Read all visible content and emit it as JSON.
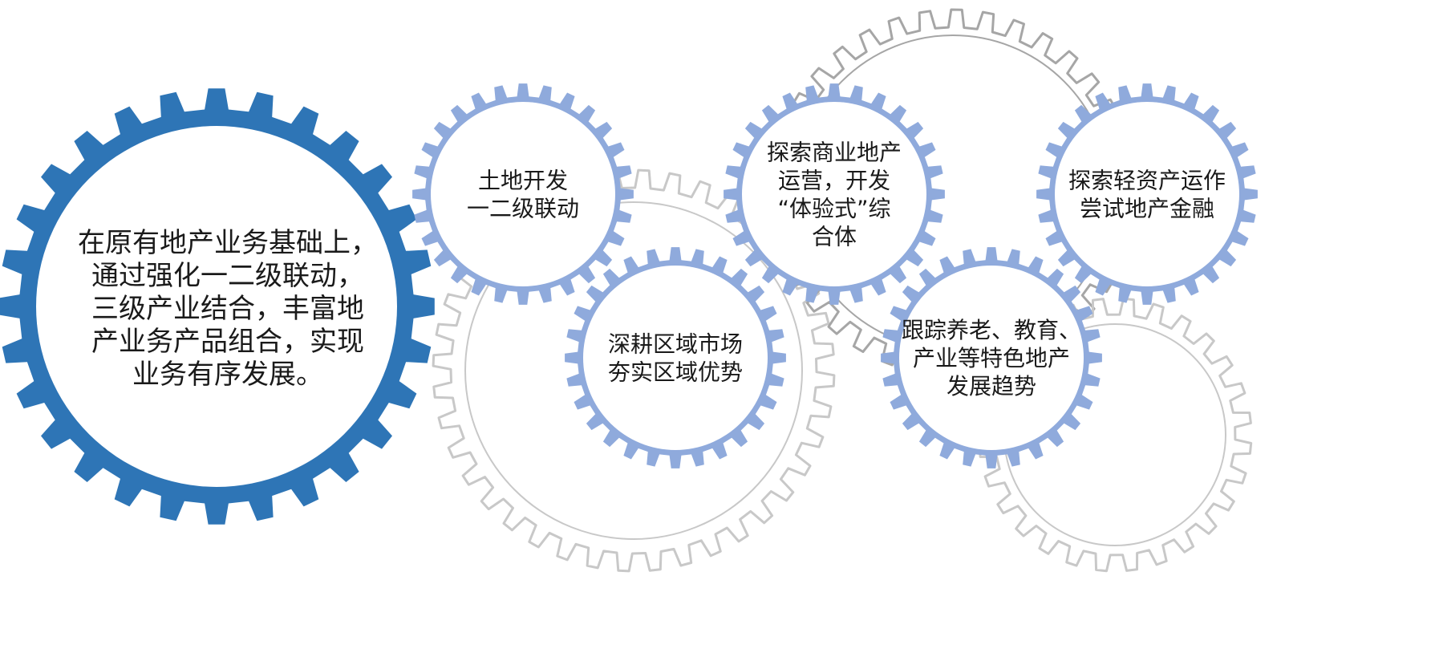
{
  "colors": {
    "main_gear": "#2e75b6",
    "secondary_gear": "#8faadc",
    "background_gear": "#c8c8c8",
    "background_gear_dark": "#a6a6a6",
    "text": "#1a1a1a"
  },
  "main_gear": {
    "lines": [
      "在原有地产业务基础上，",
      "通过强化一二级联动，",
      "三级产业结合，丰富地",
      "产业务产品组合，实现",
      "业务有序发展。"
    ]
  },
  "secondary_gears": [
    {
      "id": "land-development",
      "lines": [
        "土地开发",
        "一二级联动"
      ]
    },
    {
      "id": "regional-market",
      "lines": [
        "深耕区域市场",
        "夯实区域优势"
      ]
    },
    {
      "id": "commercial-complex",
      "lines": [
        "探索商业地产",
        "运营，开发",
        "“体验式”综",
        "合体"
      ]
    },
    {
      "id": "light-asset",
      "lines": [
        "探索轻资产运作",
        "尝试地产金融"
      ]
    },
    {
      "id": "industry-trends",
      "lines": [
        "跟踪养老、教育、",
        "产业等特色地产",
        "发展趋势"
      ]
    }
  ]
}
